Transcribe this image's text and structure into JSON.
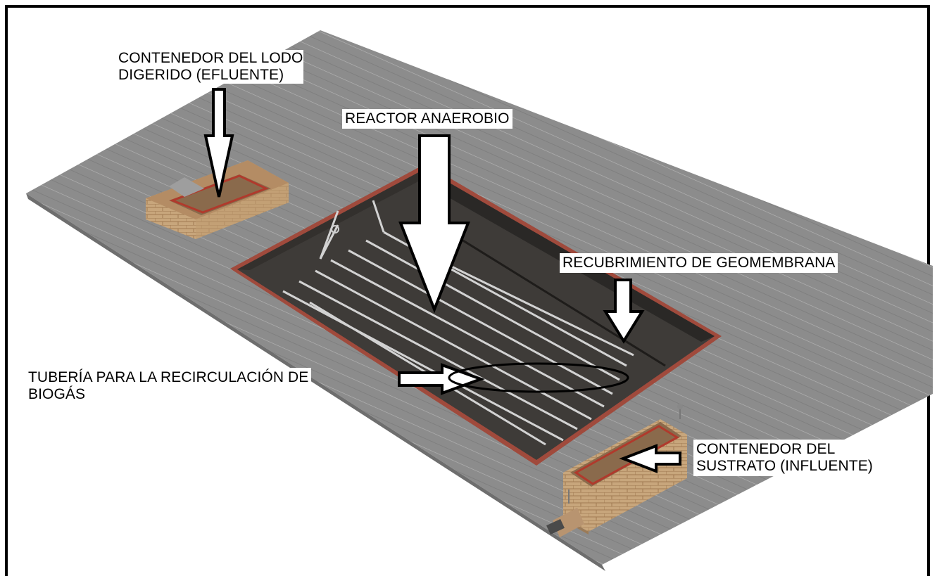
{
  "labels": {
    "effluent_container": {
      "line1": "CONTENEDOR DEL LODO",
      "line2": "DIGERIDO (EFLUENTE)"
    },
    "reactor": "REACTOR ANAEROBIO",
    "geomembrane": "RECUBRIMIENTO DE GEOMEMBRANA",
    "biogas_pipe": {
      "line1": "TUBERÍA PARA LA RECIRCULACIÓN DE",
      "line2": "BIOGÁS"
    },
    "influent_container": {
      "line1": "CONTENEDOR DEL",
      "line2": "SUSTRATO (INFLUENTE)"
    }
  },
  "colors": {
    "ground": "#8a8a8a",
    "pit_interior": "#3e3b38",
    "pit_rim": "#c24a3a",
    "brick": "#c9a77f",
    "pipe": "#d4d4d4",
    "arrow_fill": "#ffffff",
    "arrow_stroke": "#000000"
  }
}
